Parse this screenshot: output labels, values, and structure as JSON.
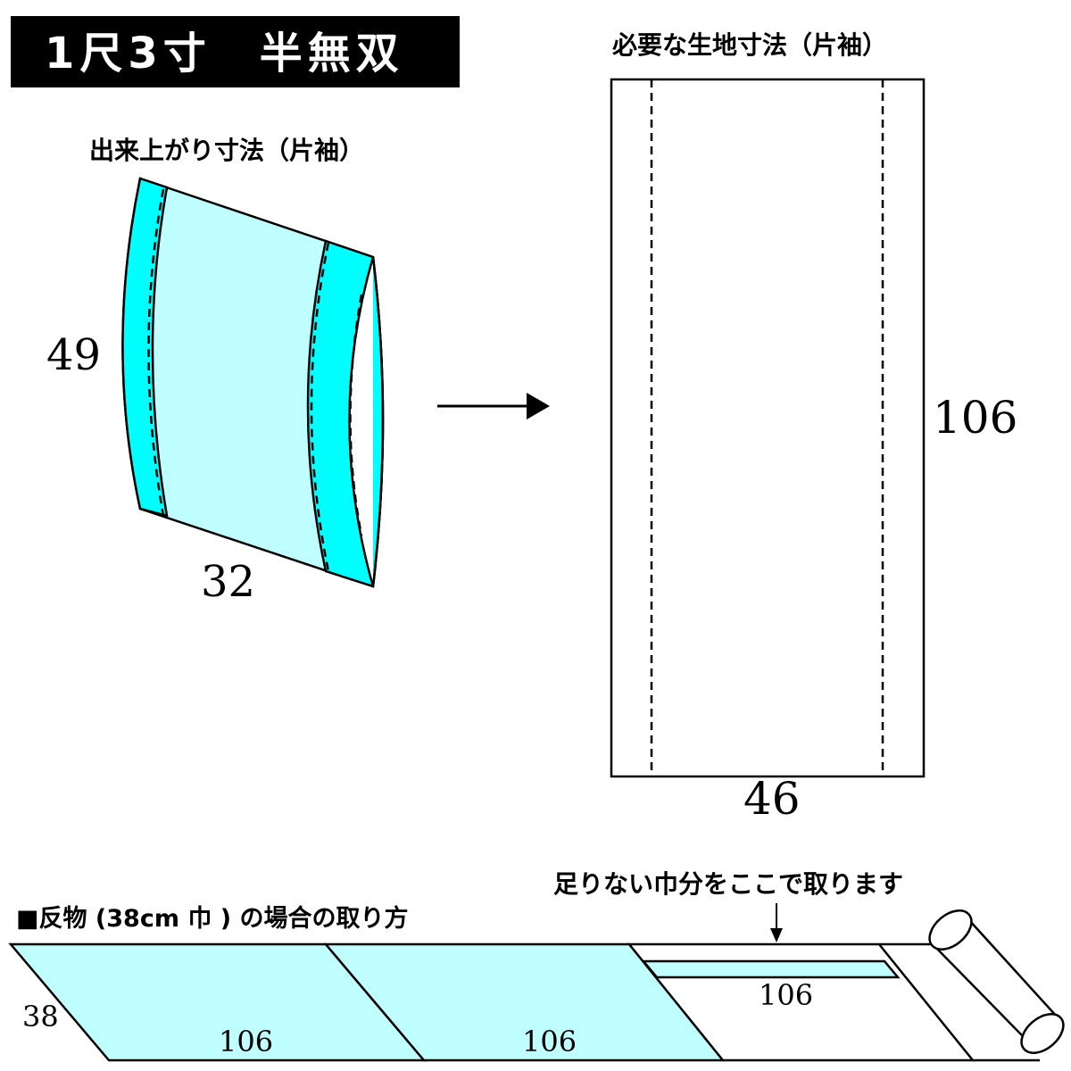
{
  "title": "1尺3寸　半無双",
  "finished": {
    "heading": "出来上がり寸法（片袖）",
    "height": "49",
    "width": "32"
  },
  "fabric": {
    "heading": "必要な生地寸法（片袖）",
    "length": "106",
    "width": "46"
  },
  "bolt": {
    "heading": "■反物 (38cm 巾 ) の場合の取り方",
    "note": "足りない巾分をここで取ります",
    "width": "38",
    "piece1": "106",
    "piece2": "106",
    "piece3": "106"
  },
  "colors": {
    "band": "#00ffff",
    "body": "#c0ffff"
  }
}
